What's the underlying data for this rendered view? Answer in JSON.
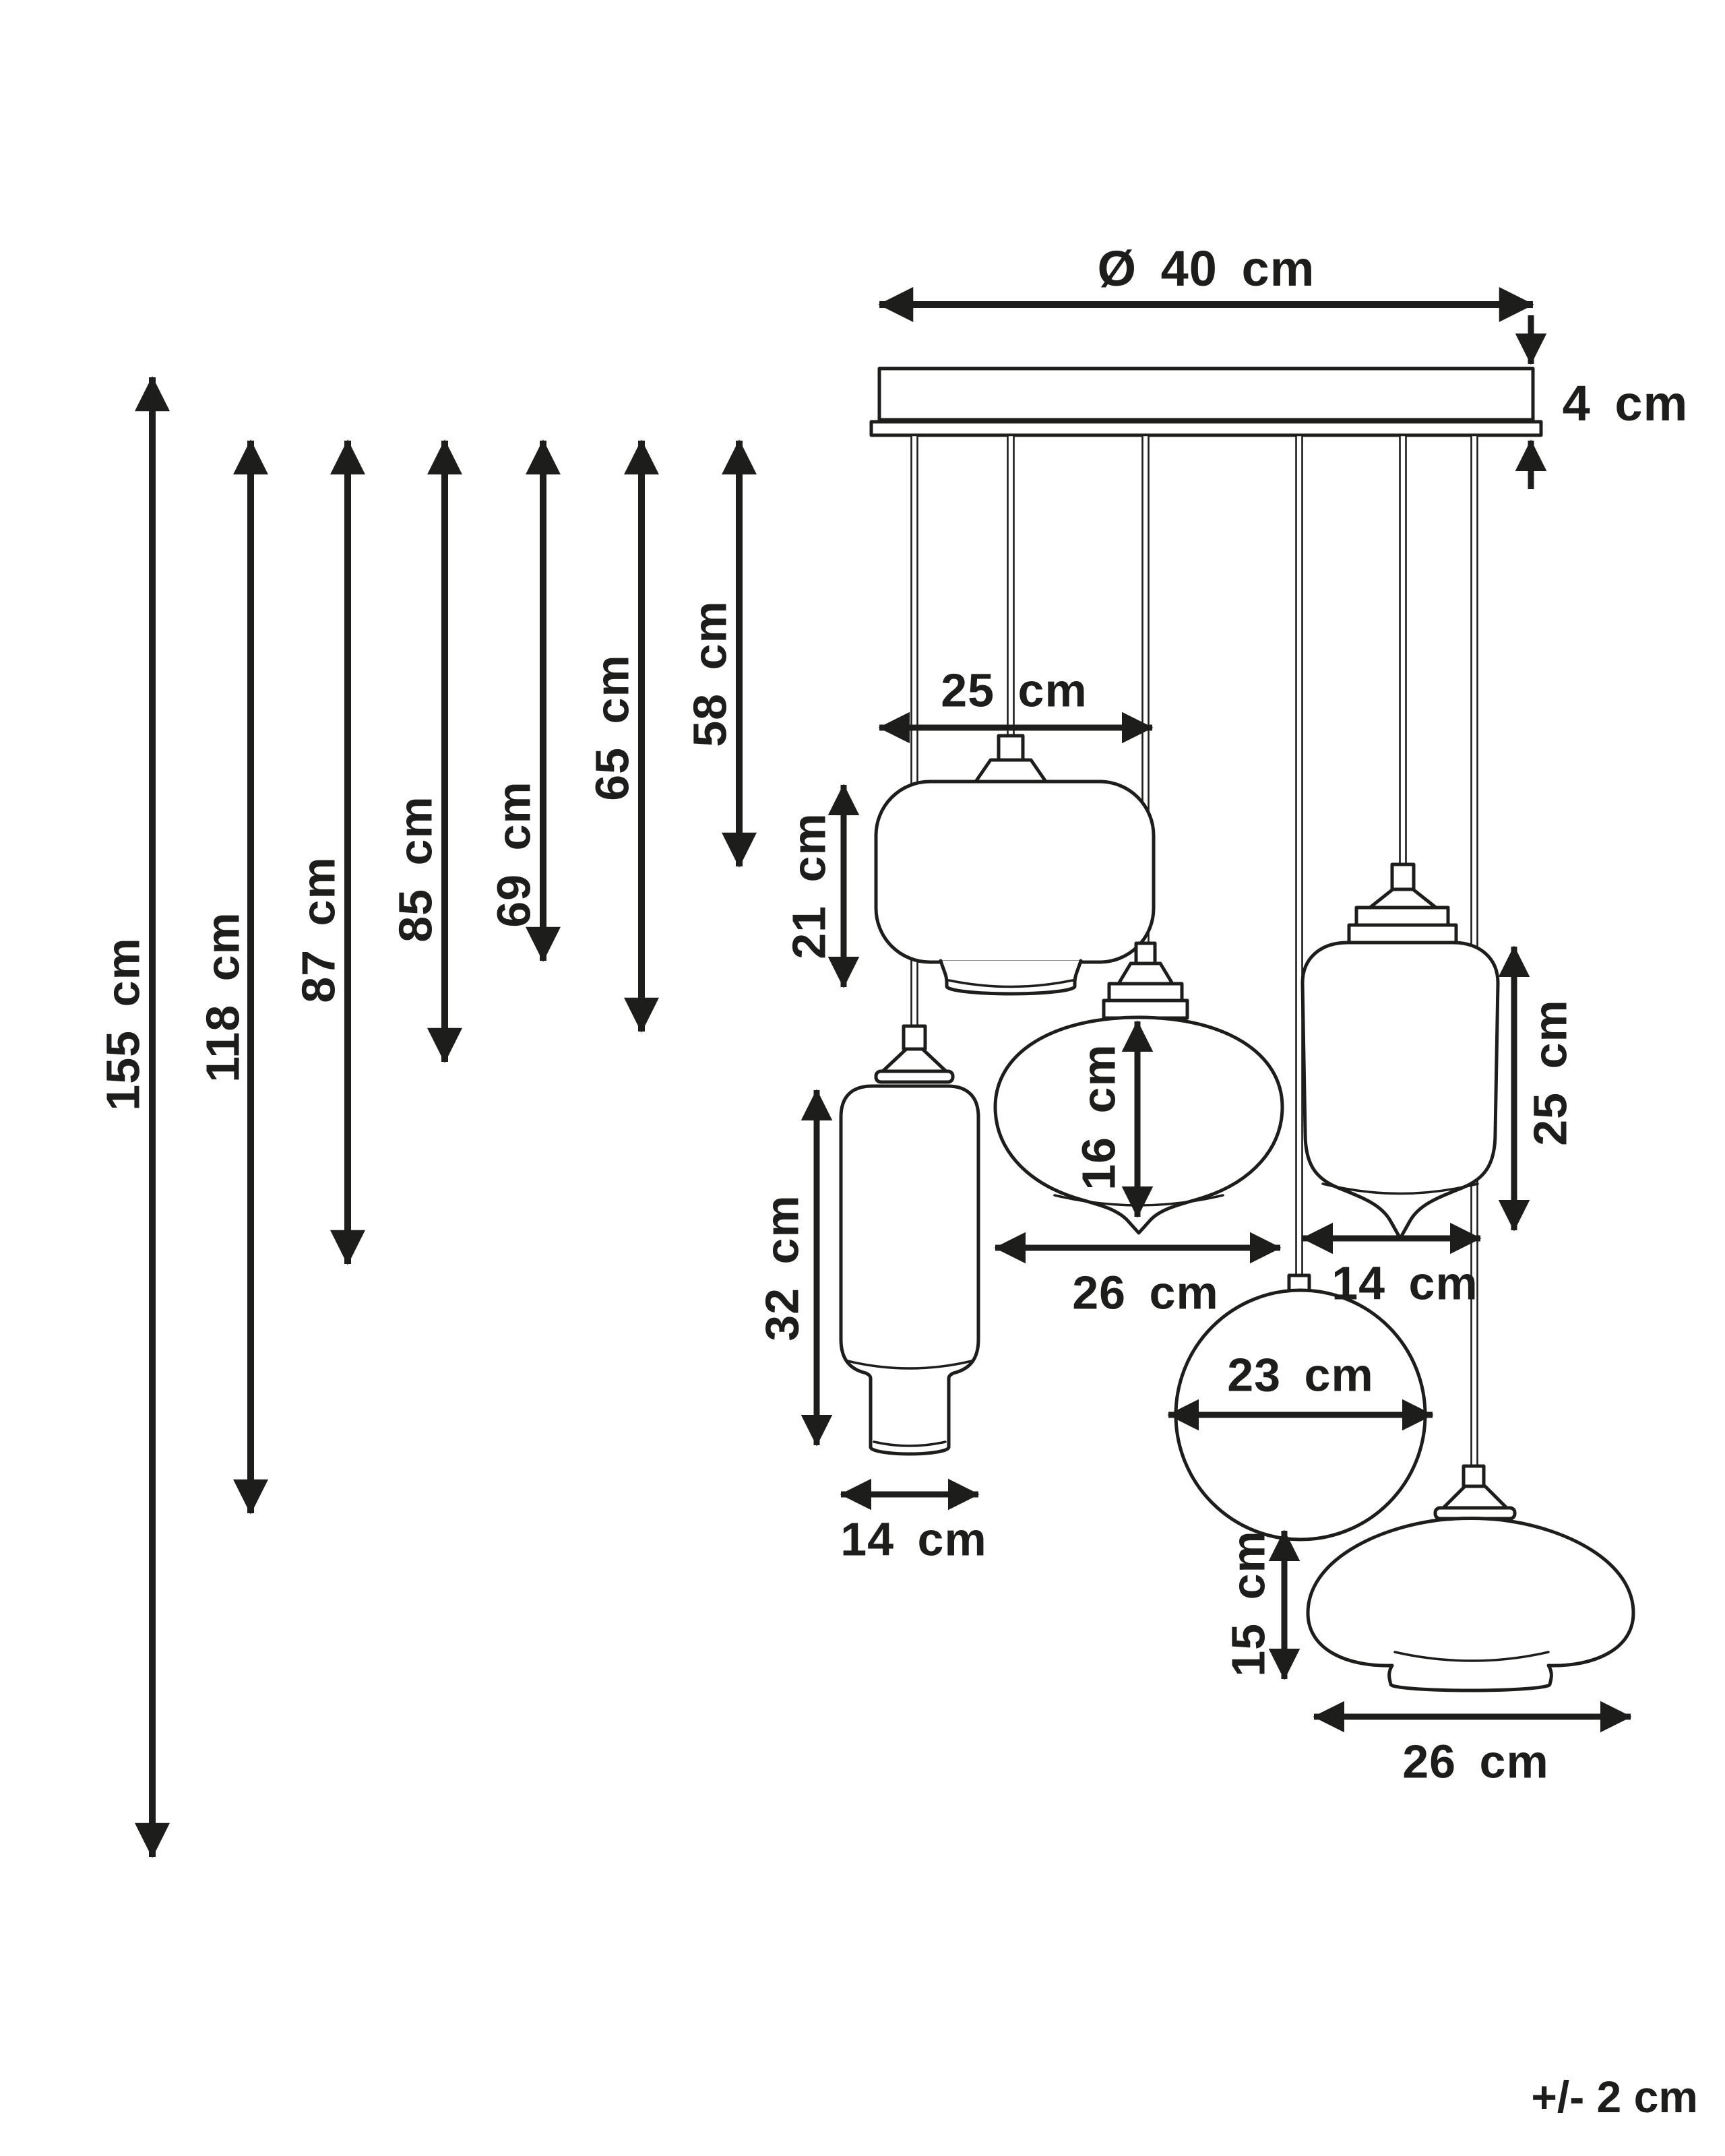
{
  "diagram": {
    "title": "pendant-lamp-dimension-diagram",
    "tolerance_note": "+/- 2 cm",
    "canopy": {
      "diameter": "Ø 40 cm",
      "height": "4 cm"
    },
    "drop_lengths": [
      "155 cm",
      "118 cm",
      "87 cm",
      "85 cm",
      "69 cm",
      "65 cm",
      "58 cm"
    ],
    "shades": [
      {
        "id": "rounded-square-shade",
        "width": "25 cm",
        "height": "21 cm"
      },
      {
        "id": "oval-shade",
        "width": "26 cm",
        "height": "16 cm"
      },
      {
        "id": "tube-shade",
        "width": "14 cm",
        "height": "32 cm"
      },
      {
        "id": "jar-shade",
        "width": "14 cm",
        "height": "25 cm"
      },
      {
        "id": "globe-shade",
        "diameter": "23 cm"
      },
      {
        "id": "teardrop-shade",
        "width": "26 cm",
        "height": "15 cm"
      }
    ]
  }
}
